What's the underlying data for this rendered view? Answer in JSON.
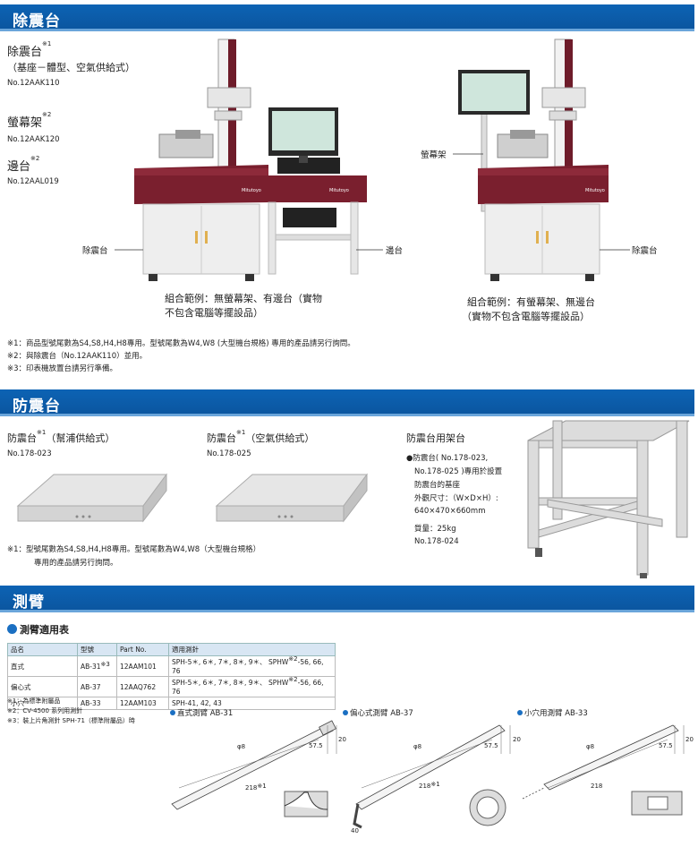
{
  "sections": {
    "vib_table": "除震台",
    "anti_vib": "防震台",
    "arm": "測臂"
  },
  "s1": {
    "item1_name": "除震台",
    "item1_mark": "※1",
    "item1_sub": "（基座－體型、空氣供給式）",
    "item1_no": "No.12AAK110",
    "item2_name": "螢幕架",
    "item2_mark": "※2",
    "item2_no": "No.12AAK120",
    "item3_name": "邊台",
    "item3_mark": "※2",
    "item3_no": "No.12AAL019",
    "label_vib_left": "除震台",
    "label_side": "邊台",
    "label_monitor": "螢幕架",
    "label_vib_right": "除震台",
    "cap1_l1": "組合範例：無螢幕架、有邊台（實物",
    "cap1_l2": "不包含電腦等擺設品）",
    "cap2_l1": "組合範例：有螢幕架、無邊台",
    "cap2_l2": "（實物不包含電腦等擺設品）",
    "note1": "※1：商品型號尾數為S4,S8,H4,H8專用。型號尾數為W4,W8 (大型機台規格) 專用的產品請另行詢問。",
    "note2": "※2：與除震台（No.12AAK110）並用。",
    "note3": "※3：印表機放置台請另行準備。",
    "brand": "Mitutoyo"
  },
  "s2": {
    "a_name": "防震台",
    "a_mark": "※1",
    "a_sub": "（幫浦供給式）",
    "a_no": "No.178-023",
    "b_name": "防震台",
    "b_mark": "※1",
    "b_sub": "（空氣供給式）",
    "b_no": "No.178-025",
    "c_name": "防震台用架台",
    "c_l1": "●防震台( No.178-023,",
    "c_l2": "No.178-025 )專用於設置",
    "c_l3": "防震台的基座",
    "c_l4": "外觀尺寸：（W×D×H）:",
    "c_l5": "640×470×660mm",
    "c_l6": "質量：25kg",
    "c_l7": "No.178-024",
    "note_l1": "※1：型號尾數為S4,S8,H4,H8專用。型號尾數為W4,W8（大型機台規格）",
    "note_l2": "專用的產品請另行詢問。"
  },
  "s3": {
    "table_title": "測臂適用表",
    "headers": [
      "品名",
      "型號",
      "Part No.",
      "適用測針"
    ],
    "rows": [
      [
        "直式",
        "AB-31",
        "12AAM101",
        "SPH-5＊, 6＊, 7＊, 8＊, 9＊、 SPHW",
        "-56, 66, 76"
      ],
      [
        "偏心式",
        "AB-37",
        "12AAQ762",
        "SPH-5＊, 6＊, 7＊, 8＊, 9＊、 SPHW",
        "-56, 66, 76"
      ],
      [
        "小穴",
        "AB-33",
        "12AAM103",
        "SPH-41, 42, 43",
        ""
      ]
    ],
    "ab31_mark": "※3",
    "sphw_mark": "※2",
    "n1": "※1：為標準附屬品",
    "n2": "※2：CV-4500 系列用測針",
    "n3": "※3：裝上片角測針 SPH-71（標準附屬品）時",
    "arm1": "直式測臂 AB-31",
    "arm2": "偏心式測臂 AB-37",
    "arm3": "小穴用測臂 AB-33",
    "d_phi": "φ8",
    "d_575": "57.5",
    "d_20": "20",
    "d_218": "218",
    "d_218m": "※1",
    "d_40": "40"
  },
  "colors": {
    "band": "#0c63b4",
    "accent_dot": "#1a6fc2",
    "machine_top": "#7a1f2e",
    "cabinet": "#eeeeee"
  }
}
